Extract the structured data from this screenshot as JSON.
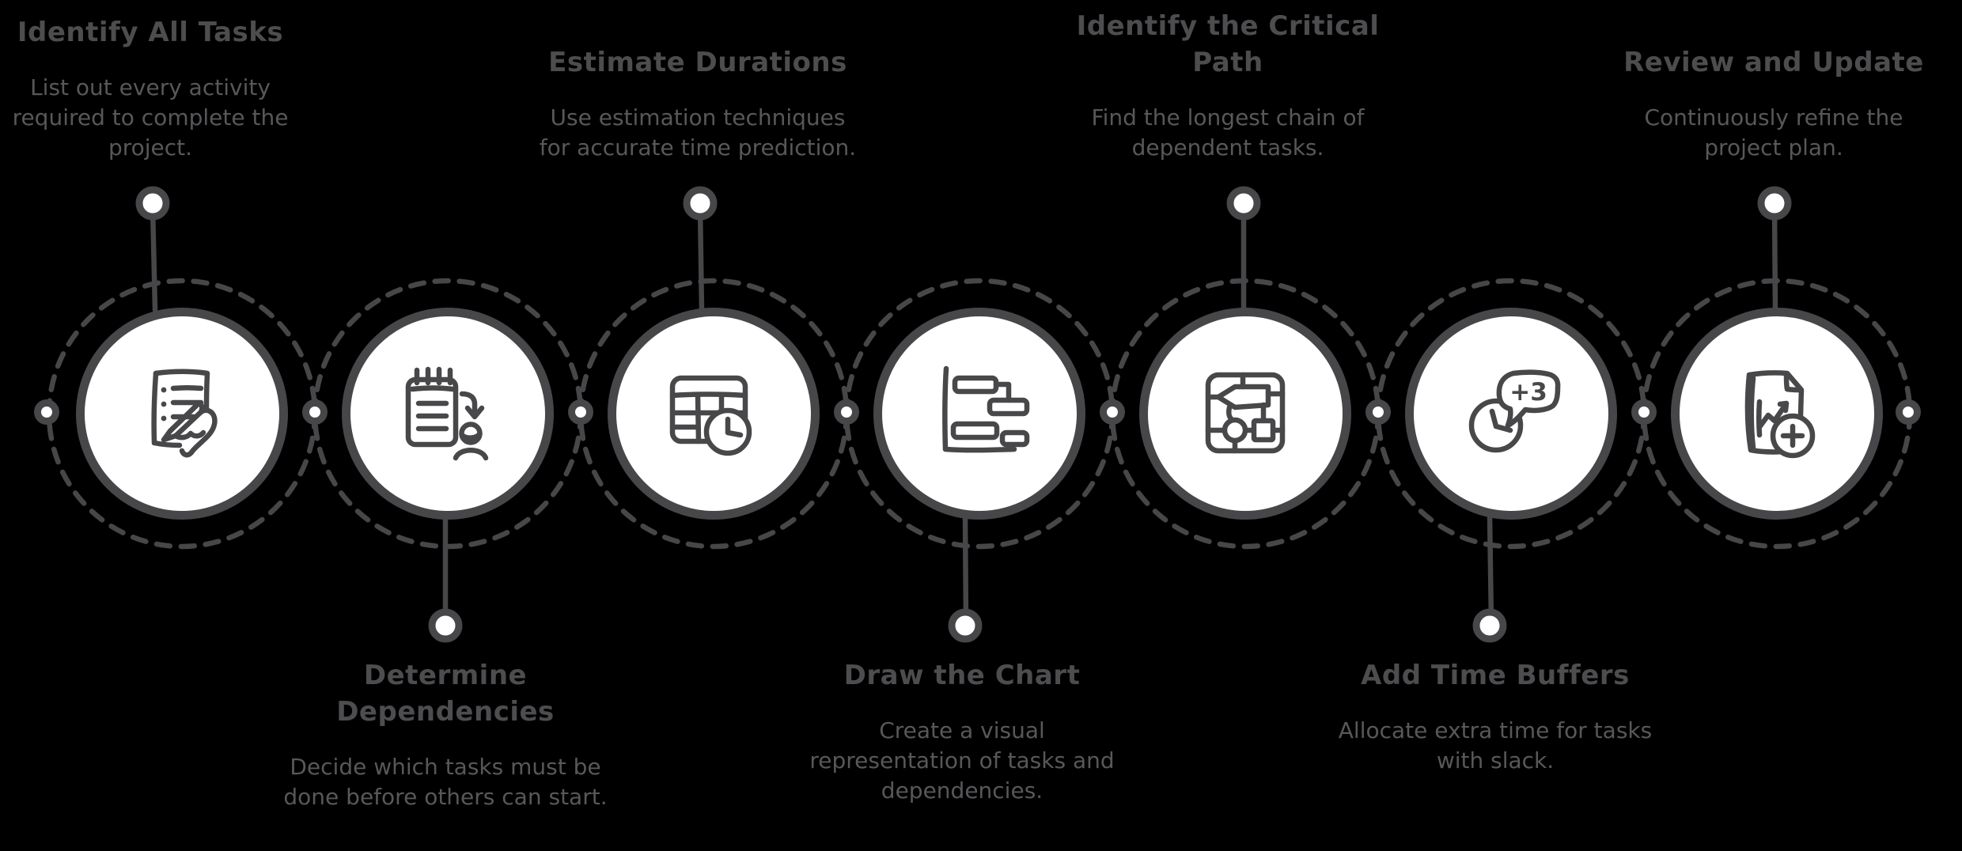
{
  "infographic": {
    "subject": "Gantt chart planning process timeline",
    "theme": {
      "background": "#000000",
      "line_color": "#47474a",
      "title_color": "#4d4d50",
      "description_color": "#58585b",
      "circle_fill": "#ffffff"
    },
    "steps": [
      {
        "title": "Identify All Tasks",
        "description": "List out every activity required to complete the project.",
        "icon": "task-list-writing-icon",
        "label_position": "top"
      },
      {
        "title": "Determine Dependencies",
        "description": "Decide which tasks must be done before others can start.",
        "icon": "notepad-arrow-person-icon",
        "label_position": "bottom"
      },
      {
        "title": "Estimate Durations",
        "description": "Use estimation techniques for accurate time prediction.",
        "icon": "table-clock-icon",
        "label_position": "top"
      },
      {
        "title": "Draw the Chart",
        "description": "Create a visual representation of tasks and dependencies.",
        "icon": "gantt-chart-icon",
        "label_position": "bottom"
      },
      {
        "title": "Identify the Critical Path",
        "description": "Find the longest chain of dependent tasks.",
        "icon": "critical-path-map-icon",
        "label_position": "top"
      },
      {
        "title": "Add Time Buffers",
        "description": "Allocate extra time for tasks with slack.",
        "icon": "clock-buffer-icon",
        "badge_text": "+3",
        "label_position": "bottom"
      },
      {
        "title": "Review and Update",
        "description": "Continuously refine the project plan.",
        "icon": "document-chart-plus-icon",
        "label_position": "top"
      }
    ]
  }
}
